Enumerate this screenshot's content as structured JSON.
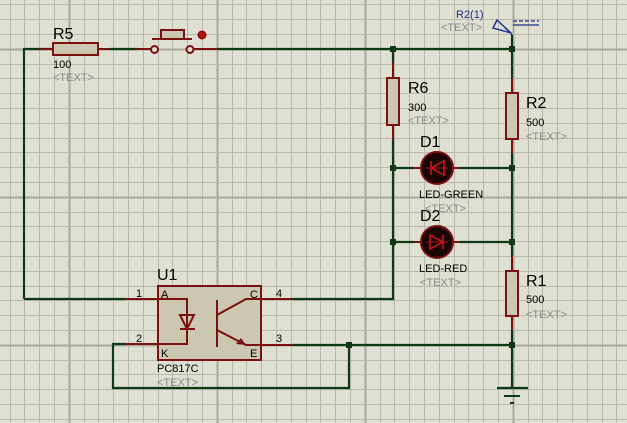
{
  "app": "Proteus ISIS schematic",
  "colors": {
    "background": "#dfdfd2",
    "grid_minor": "#b9b9ab",
    "grid_major": "#a9a99b",
    "wire": "#0d3a12",
    "component": "#7a1010",
    "component_body": "#cbc7b0",
    "led_body": "#1a0505",
    "probe": "#1a2c8c",
    "placeholder_text": "#8a8a8a"
  },
  "components": {
    "R5": {
      "ref": "R5",
      "value": "100",
      "placeholder": "<TEXT>"
    },
    "SW": {
      "ref": "",
      "type": "push-button"
    },
    "R6": {
      "ref": "R6",
      "value": "300",
      "placeholder": "<TEXT>"
    },
    "R2": {
      "ref": "R2",
      "value": "500",
      "placeholder": "<TEXT>"
    },
    "R1": {
      "ref": "R1",
      "value": "500",
      "placeholder": "<TEXT>"
    },
    "D1": {
      "ref": "D1",
      "value": "LED-GREEN",
      "placeholder": "<TEXT>"
    },
    "D2": {
      "ref": "D2",
      "value": "LED-RED",
      "placeholder": "<TEXT>"
    },
    "U1": {
      "ref": "U1",
      "value": "PC817C",
      "placeholder": "<TEXT>",
      "pins": {
        "p1": "1",
        "p2": "2",
        "p3": "3",
        "p4": "4"
      },
      "pin_names": {
        "a": "A",
        "k": "K",
        "c": "C",
        "e": "E"
      }
    }
  },
  "probe": {
    "label": "R2(1)",
    "placeholder": "<TEXT>"
  }
}
